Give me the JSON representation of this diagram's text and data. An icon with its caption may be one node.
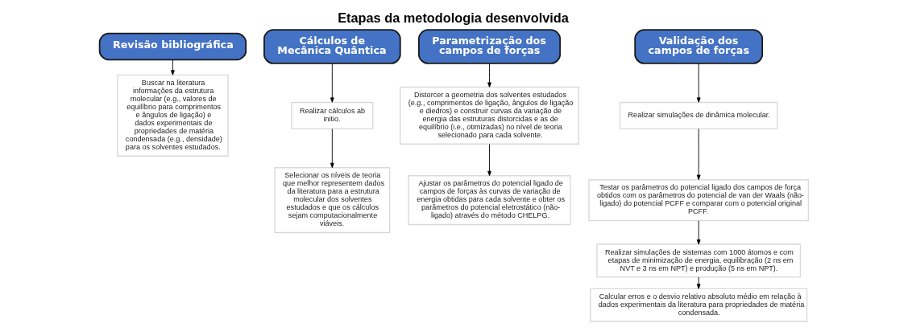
{
  "diagram": {
    "title": "Etapas da metodologia desenvolvida",
    "nodes": [
      {
        "text": [
          "Revisão bibliográfica"
        ]
      },
      {
        "text": [
          "Buscar na literatura informações da estrutura molecular (e.g., valores de equilíbrio para comprimentos e ângulos de ligação) e dados experimentais de propriedades de matéria condensada (e.g., densidade) para os solventes estudados."
        ]
      },
      {
        "text": [
          "Cálculos de Mecânica Quântica"
        ]
      },
      {
        "text": [
          "Realizar cálculos ab initio."
        ]
      },
      {
        "text": [
          "Selecionar os níveis de teoria que melhor representem dados da literatura para a estrutura molecular dos solventes estudados e que os cálculos sejam computacionalmente viáveis."
        ]
      },
      {
        "text": [
          "Parametrização dos campos de forças"
        ]
      },
      {
        "text": [
          "Distorcer a geometria dos solventes estudados (e.g., comprimentos de ligação, ângulos de ligação e diedros) e construir curvas da variação de energia das estruturas distorcidas e as de equilíbrio (i.e., otimizadas) no nível de teoria selecionado para cada solvente."
        ]
      },
      {
        "text": [
          "Ajustar os parâmetros do potencial ligado de campos de forças às curvas de variação de energia obtidas para cada solvente e obter os parâmetros do potencial eletrostático (não-ligado) através do método CHELPG."
        ]
      },
      {
        "text": [
          "Validação dos campos de forças"
        ]
      },
      {
        "text": [
          "Realizar simulações de dinâmica molecular."
        ]
      },
      {
        "text": [
          "Testar os parâmetros do potencial ligado dos campos de força obtidos com os parâmetros do potencial de van der Waals (não-ligado) do potencial PCFF e comparar com o potencial original PCFF."
        ]
      },
      {
        "text": [
          "Realizar simulações de sistemas com 1000 átomos e com etapas de minimização de energia, equilibração (2 ns em NVT e 3 ns em NPT) e produção (5 ns em NPT)."
        ]
      },
      {
        "text": [
          "Calcular erros e o desvio relativo absoluto médio em relação à dados experimentais da literatura para propriedades de matéria condensada."
        ]
      }
    ],
    "edges": [
      {
        "from": 0,
        "to": 1,
        "arrow": "to"
      },
      {
        "from": 2,
        "to": 3,
        "arrow": "to"
      },
      {
        "from": 3,
        "to": 4,
        "arrow": "to"
      },
      {
        "from": 5,
        "to": 6,
        "arrow": "to"
      },
      {
        "from": 6,
        "to": 7,
        "arrow": "to"
      },
      {
        "from": 8,
        "to": 9,
        "arrow": "to"
      },
      {
        "from": 9,
        "to": 10,
        "arrow": "to"
      },
      {
        "from": 10,
        "to": 11,
        "arrow": "to"
      },
      {
        "from": 11,
        "to": 12,
        "arrow": "to"
      }
    ]
  }
}
